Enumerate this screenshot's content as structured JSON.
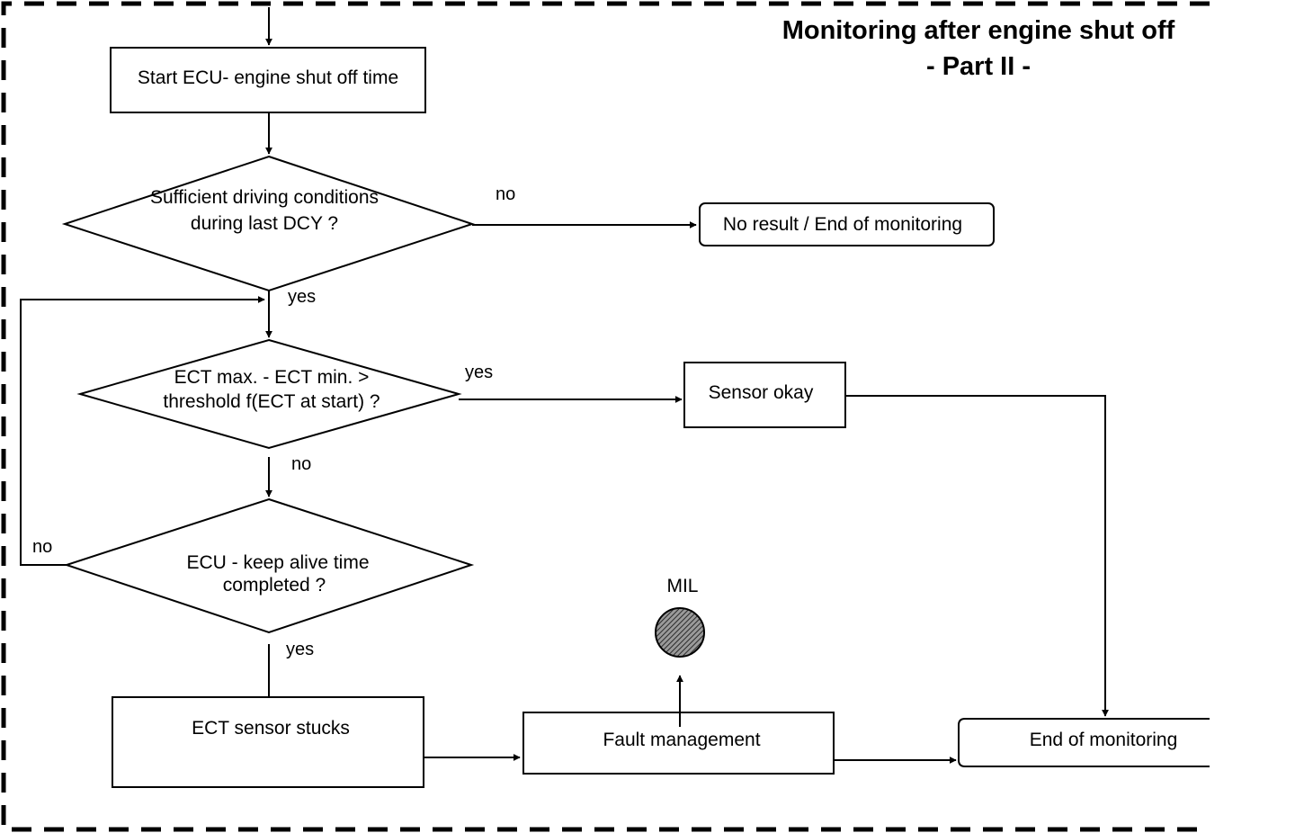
{
  "title": {
    "line1": "Monitoring after engine shut off",
    "line2": "- Part II -"
  },
  "nodes": {
    "start": "Start ECU- engine shut off  time",
    "decision_driving": [
      "Sufficient driving conditions",
      "during last DCY  ?"
    ],
    "no_result": "No result / End of monitoring",
    "decision_ect": [
      "ECT max. - ECT min. >",
      "threshold f(ECT at start) ?"
    ],
    "sensor_okay": "Sensor okay",
    "decision_keep_alive": [
      "ECU - keep alive time",
      "completed ?"
    ],
    "ect_stuck": "ECT sensor stucks",
    "fault_management": "Fault management",
    "mil": "MIL",
    "end": "End of monitoring"
  },
  "edge_labels": {
    "driving_no": "no",
    "driving_yes": "yes",
    "ect_yes": "yes",
    "ect_no": "no",
    "keep_alive_no": "no",
    "keep_alive_yes": "yes"
  },
  "colors": {
    "stroke": "#000000",
    "background": "#ffffff",
    "mil_fill": "#6e6e6e"
  }
}
